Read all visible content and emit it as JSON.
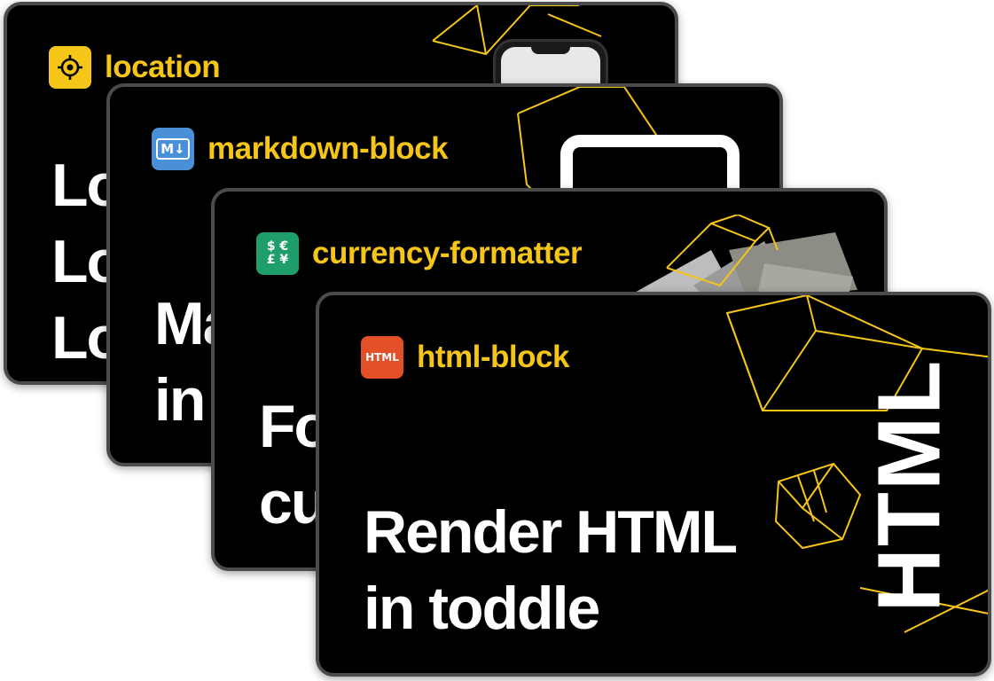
{
  "colors": {
    "card_background": "#000000",
    "card_border": "#4b4b4b",
    "tag_text": "#F5C518",
    "headline_text": "#FFFFFF",
    "location_badge": "#F5C518",
    "markdown_badge": "#4A90D9",
    "currency_badge": "#1E9E6A",
    "html_badge": "#E34F26"
  },
  "cards": [
    {
      "tag": "location",
      "icon": "target-icon",
      "headline": [
        "Lo",
        "Lo",
        "Lo"
      ]
    },
    {
      "tag": "markdown-block",
      "icon": "markdown-icon",
      "icon_text": "M↓",
      "headline": [
        "Ma",
        "in"
      ]
    },
    {
      "tag": "currency-formatter",
      "icon": "currency-symbols-icon",
      "icon_text": "$ €\n£ ¥",
      "headline": [
        "Fo",
        "cu"
      ]
    },
    {
      "tag": "html-block",
      "icon": "html-icon",
      "icon_text": "HTML",
      "headline": [
        "Render HTML",
        "in toddle"
      ],
      "vertical_word": "HTML"
    }
  ]
}
